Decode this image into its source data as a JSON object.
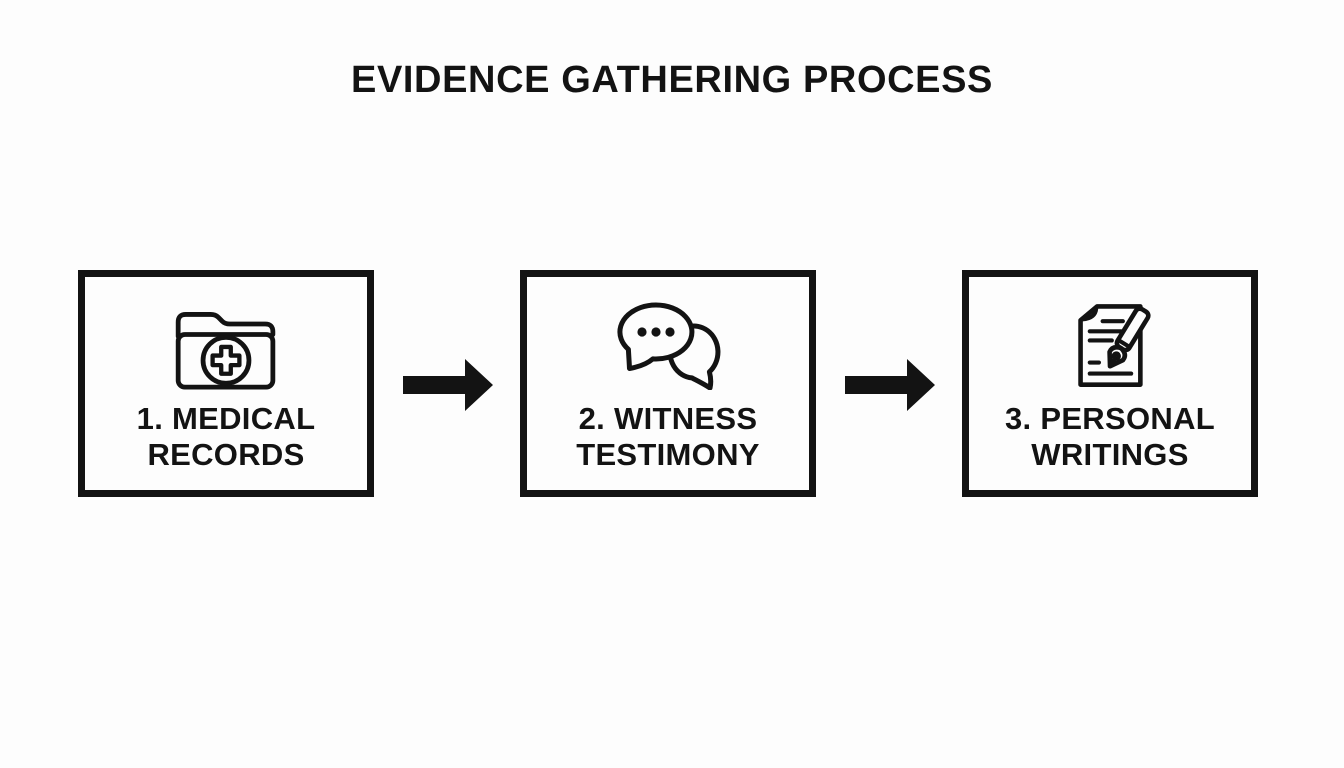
{
  "title": "EVIDENCE GATHERING PROCESS",
  "colors": {
    "background": "#fdfdfd",
    "ink": "#131313"
  },
  "steps": [
    {
      "icon": "medical-records-folder-icon",
      "label_line1": "1. MEDICAL",
      "label_line2": "RECORDS"
    },
    {
      "icon": "speech-bubbles-icon",
      "label_line1": "2. WITNESS",
      "label_line2": "TESTIMONY"
    },
    {
      "icon": "document-and-pen-icon",
      "label_line1": "3. PERSONAL",
      "label_line2": "WRITINGS"
    }
  ],
  "connectors": [
    {
      "type": "arrow-right"
    },
    {
      "type": "arrow-right"
    }
  ]
}
